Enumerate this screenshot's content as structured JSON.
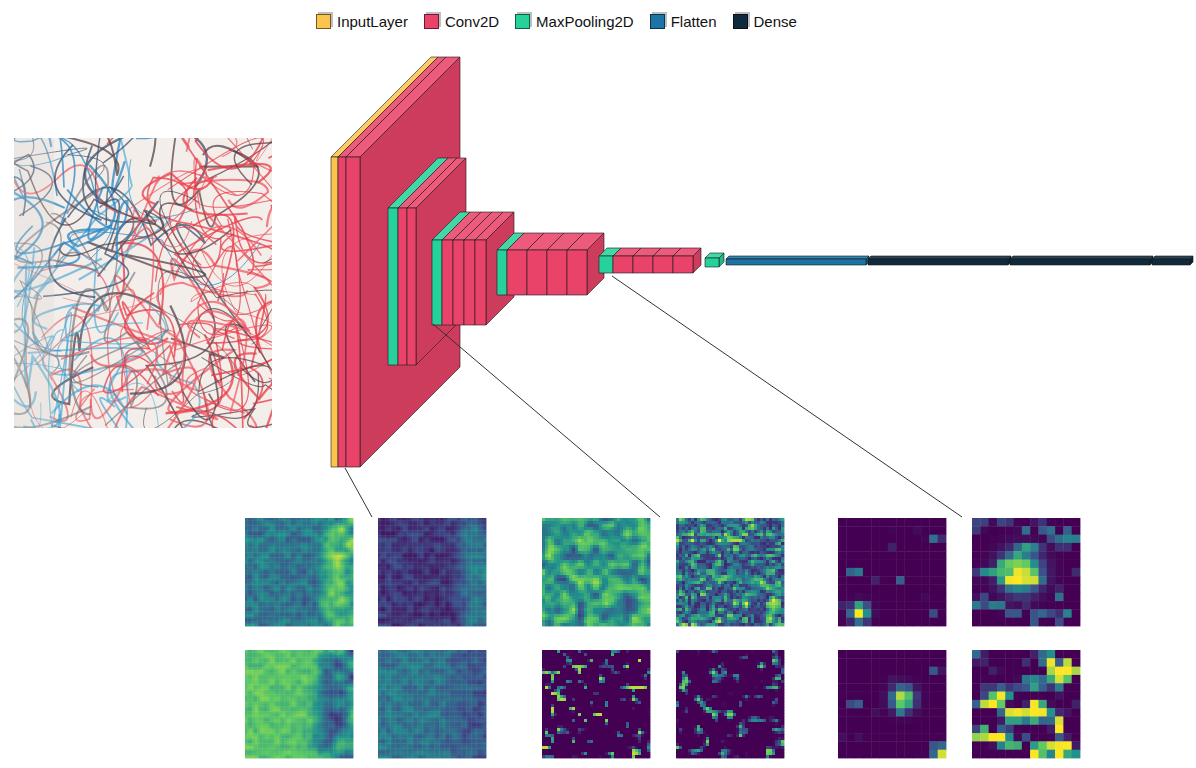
{
  "diagram": {
    "legend": [
      {
        "text": "InputLayer",
        "color": "#fcc44c"
      },
      {
        "text": "Conv2D",
        "color": "#e9436a"
      },
      {
        "text": "MaxPooling2D",
        "color": "#27d19b"
      },
      {
        "text": "Flatten",
        "color": "#1c73a6"
      },
      {
        "text": "Dense",
        "color": "#0e2a3c"
      }
    ]
  }
}
